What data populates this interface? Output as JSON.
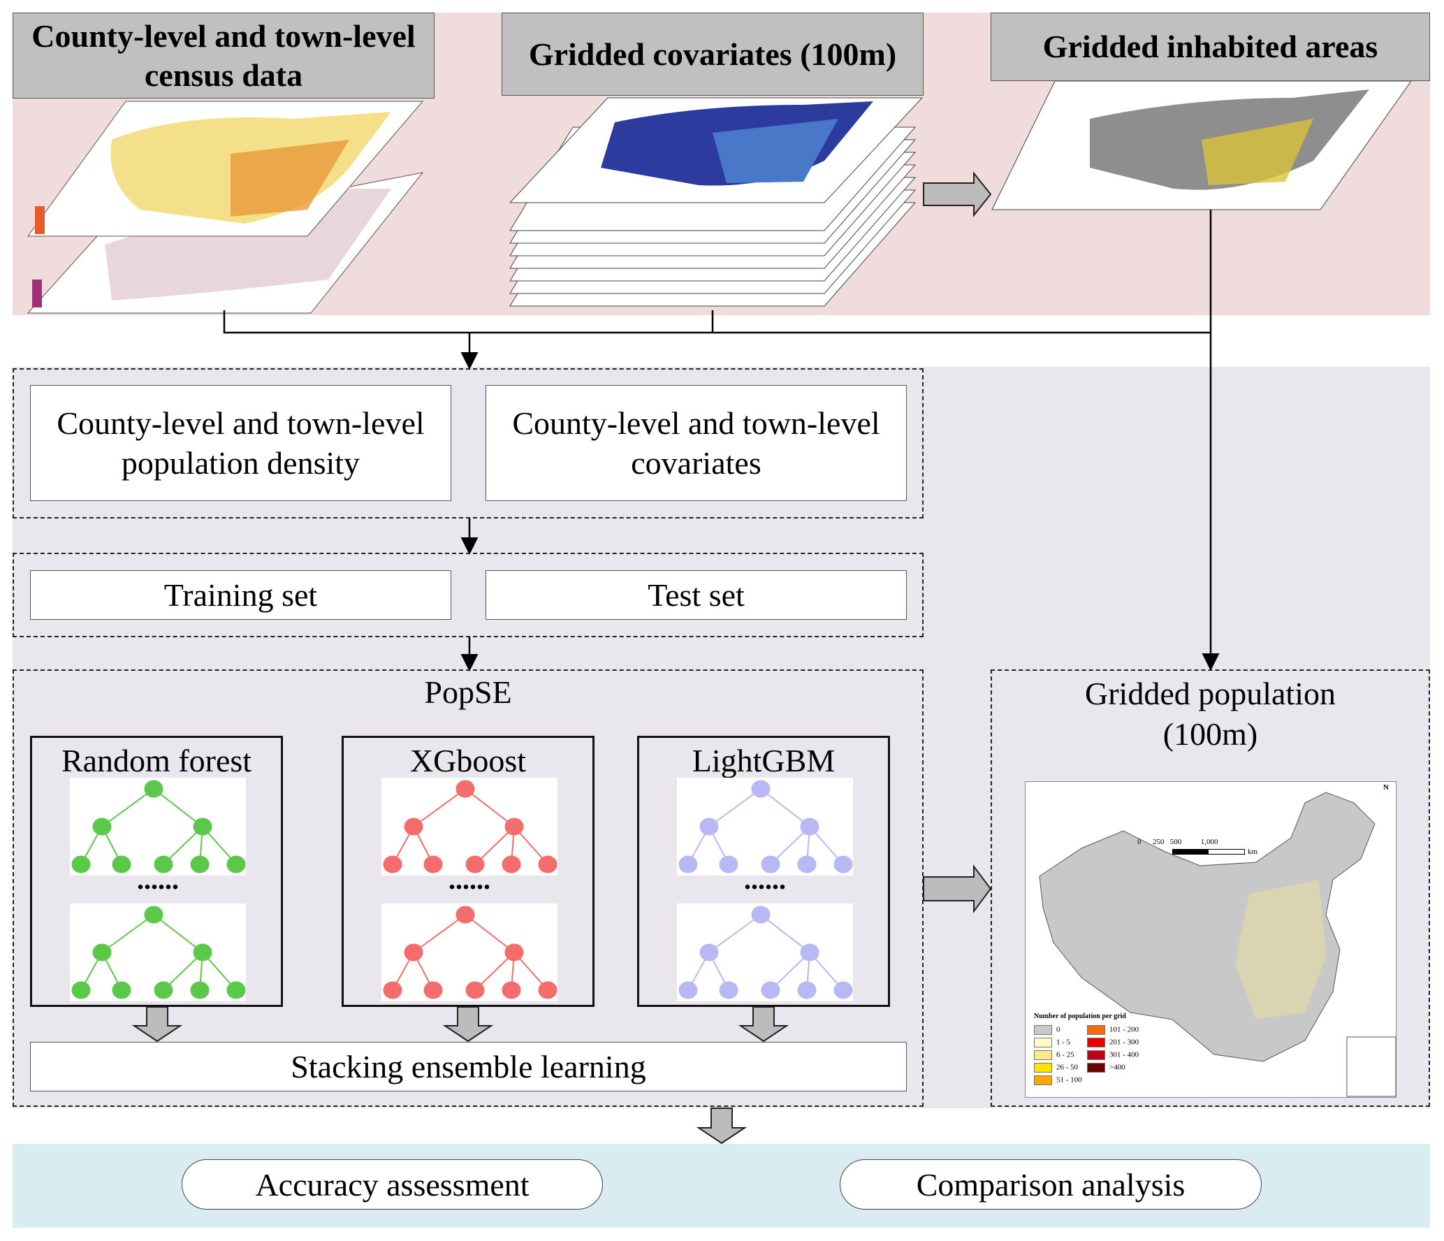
{
  "inputs": {
    "census": "County-level and town-level census data",
    "covariates": "Gridded covariates (100m)",
    "inhabited": "Gridded inhabited areas"
  },
  "stage1": {
    "left": "County-level and town-level population density",
    "right": "County-level and town-level covariates"
  },
  "stage2": {
    "left": "Training set",
    "right": "Test set"
  },
  "popse": {
    "title": "PopSE",
    "models": [
      {
        "name": "Random forest",
        "color": "#5cc84a"
      },
      {
        "name": "XGboost",
        "color": "#f56c6c"
      },
      {
        "name": "LightGBM",
        "color": "#b8b8f5"
      }
    ],
    "dots": "......",
    "stacking": "Stacking ensemble learning"
  },
  "output": {
    "title": "Gridded population (100m)",
    "map": {
      "scale_labels": [
        "0",
        "250",
        "500",
        "1,000"
      ],
      "scale_unit": "km",
      "north": "N",
      "legend_title": "Number of population per grid",
      "legend": [
        {
          "label": "0",
          "color": "#c8c8c8"
        },
        {
          "label": "1 - 5",
          "color": "#fefcc4"
        },
        {
          "label": "6 - 25",
          "color": "#fde98a"
        },
        {
          "label": "26 - 50",
          "color": "#f9e400"
        },
        {
          "label": "51 - 100",
          "color": "#fba800"
        },
        {
          "label": "101 - 200",
          "color": "#f46a10"
        },
        {
          "label": "201 - 300",
          "color": "#e80000"
        },
        {
          "label": "301 - 400",
          "color": "#c0001a"
        },
        {
          "label": ">400",
          "color": "#6a0000"
        }
      ]
    }
  },
  "evaluation": {
    "accuracy": "Accuracy assessment",
    "comparison": "Comparison analysis"
  }
}
